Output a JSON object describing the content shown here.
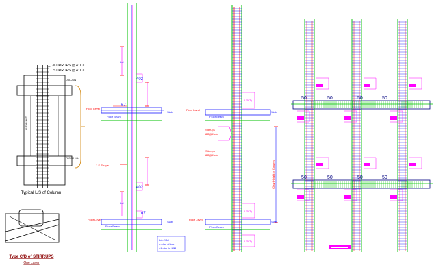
{
  "detail1": {
    "stirrups_top_1": "STIRRUPS @ 4\" C/C",
    "stirrups_top_2": "STIRRUPS @ 4\" C/C",
    "caption": "Typical L/S of Column"
  },
  "stirrup_detail": {
    "caption": "Type C/D of STIRRUPS",
    "subcaption": "One Layer"
  },
  "detail2": {
    "lap_top": "402",
    "lap_bottom": "402",
    "dim_top": "67",
    "dim_bottom": "67",
    "floor_level_top": "Floor Level",
    "floor_beam_top": "Floor Beam",
    "floor_level_bottom": "Floor Level",
    "floor_beam_bottom": "Floor Beam",
    "slab_top": "Slab",
    "slab_bottom": "Slab",
    "shape_label": "1-E Shape",
    "ld_label": "Ld",
    "legend_1": "Ld=2/3d",
    "legend_2": "d=dia. of bar",
    "legend_3": "All dim. in MM"
  },
  "detail3": {
    "floor_level_top": "Floor Level",
    "floor_beam_top": "Floor Beam",
    "floor_level_bottom": "Floor Level",
    "floor_beam_bottom": "Floor Beam",
    "slab_top": "Slab",
    "slab_bottom": "Slab",
    "stirrups_1": "Stirrups",
    "stirrups_1b": "8Ø@4\"c/c",
    "stirrups_2": "Stirrups",
    "stirrups_2b": "8Ø@4\"c/c",
    "tag_a": "6-Ø(T)",
    "tag_b": "6-Ø(T)",
    "tag_c": "6-Ø(T)",
    "height_label": "Clear Height of Column"
  },
  "detail4": {
    "dim_top": [
      "50",
      "50",
      "50",
      "50"
    ],
    "dim_bottom": [
      "50",
      "50",
      "50",
      "50"
    ]
  },
  "colors": {
    "green": "#00c000",
    "blue": "#1a1aff",
    "magenta": "#ff00ff",
    "red": "#ff0000",
    "orange": "#d08000",
    "navy": "#000080",
    "black": "#000000"
  }
}
